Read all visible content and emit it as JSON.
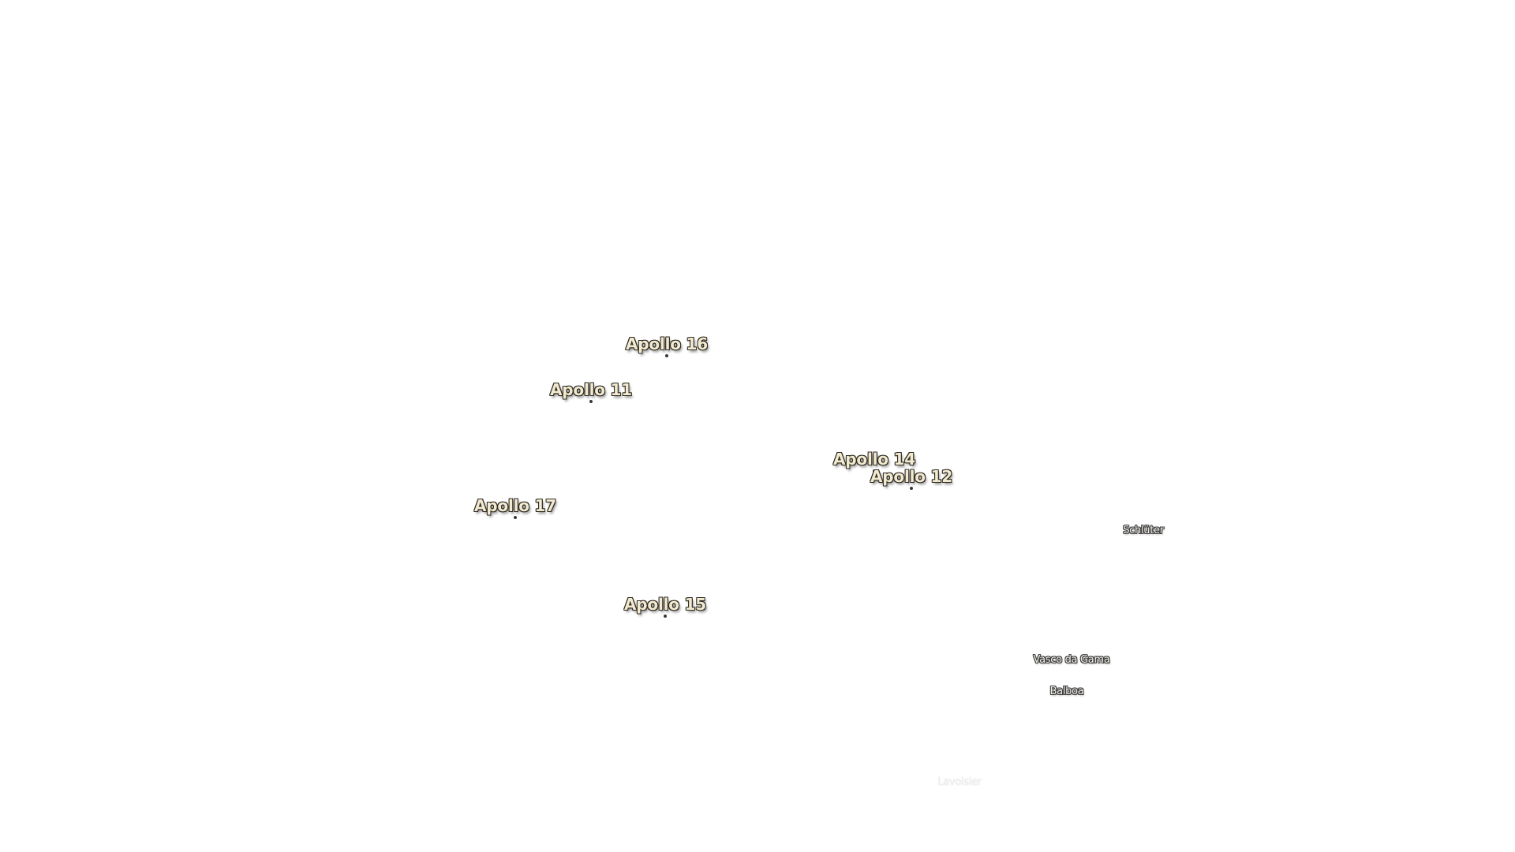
{
  "landing_sites": [
    {
      "label": "Apollo 16"
    },
    {
      "label": "Apollo 11"
    },
    {
      "label": "Apollo 14"
    },
    {
      "label": "Apollo 12"
    },
    {
      "label": "Apollo 17"
    },
    {
      "label": "Apollo 15"
    }
  ],
  "craters": [
    {
      "label": "Schlüter"
    },
    {
      "label": "Vasco da Gama"
    },
    {
      "label": "Balboa"
    },
    {
      "label": "Lavoisier"
    }
  ],
  "colors": {
    "background": "#ffffff",
    "site_label": "#f2ead0",
    "site_outline": "#2e2a22",
    "crater_label": "#f4f1ea"
  }
}
